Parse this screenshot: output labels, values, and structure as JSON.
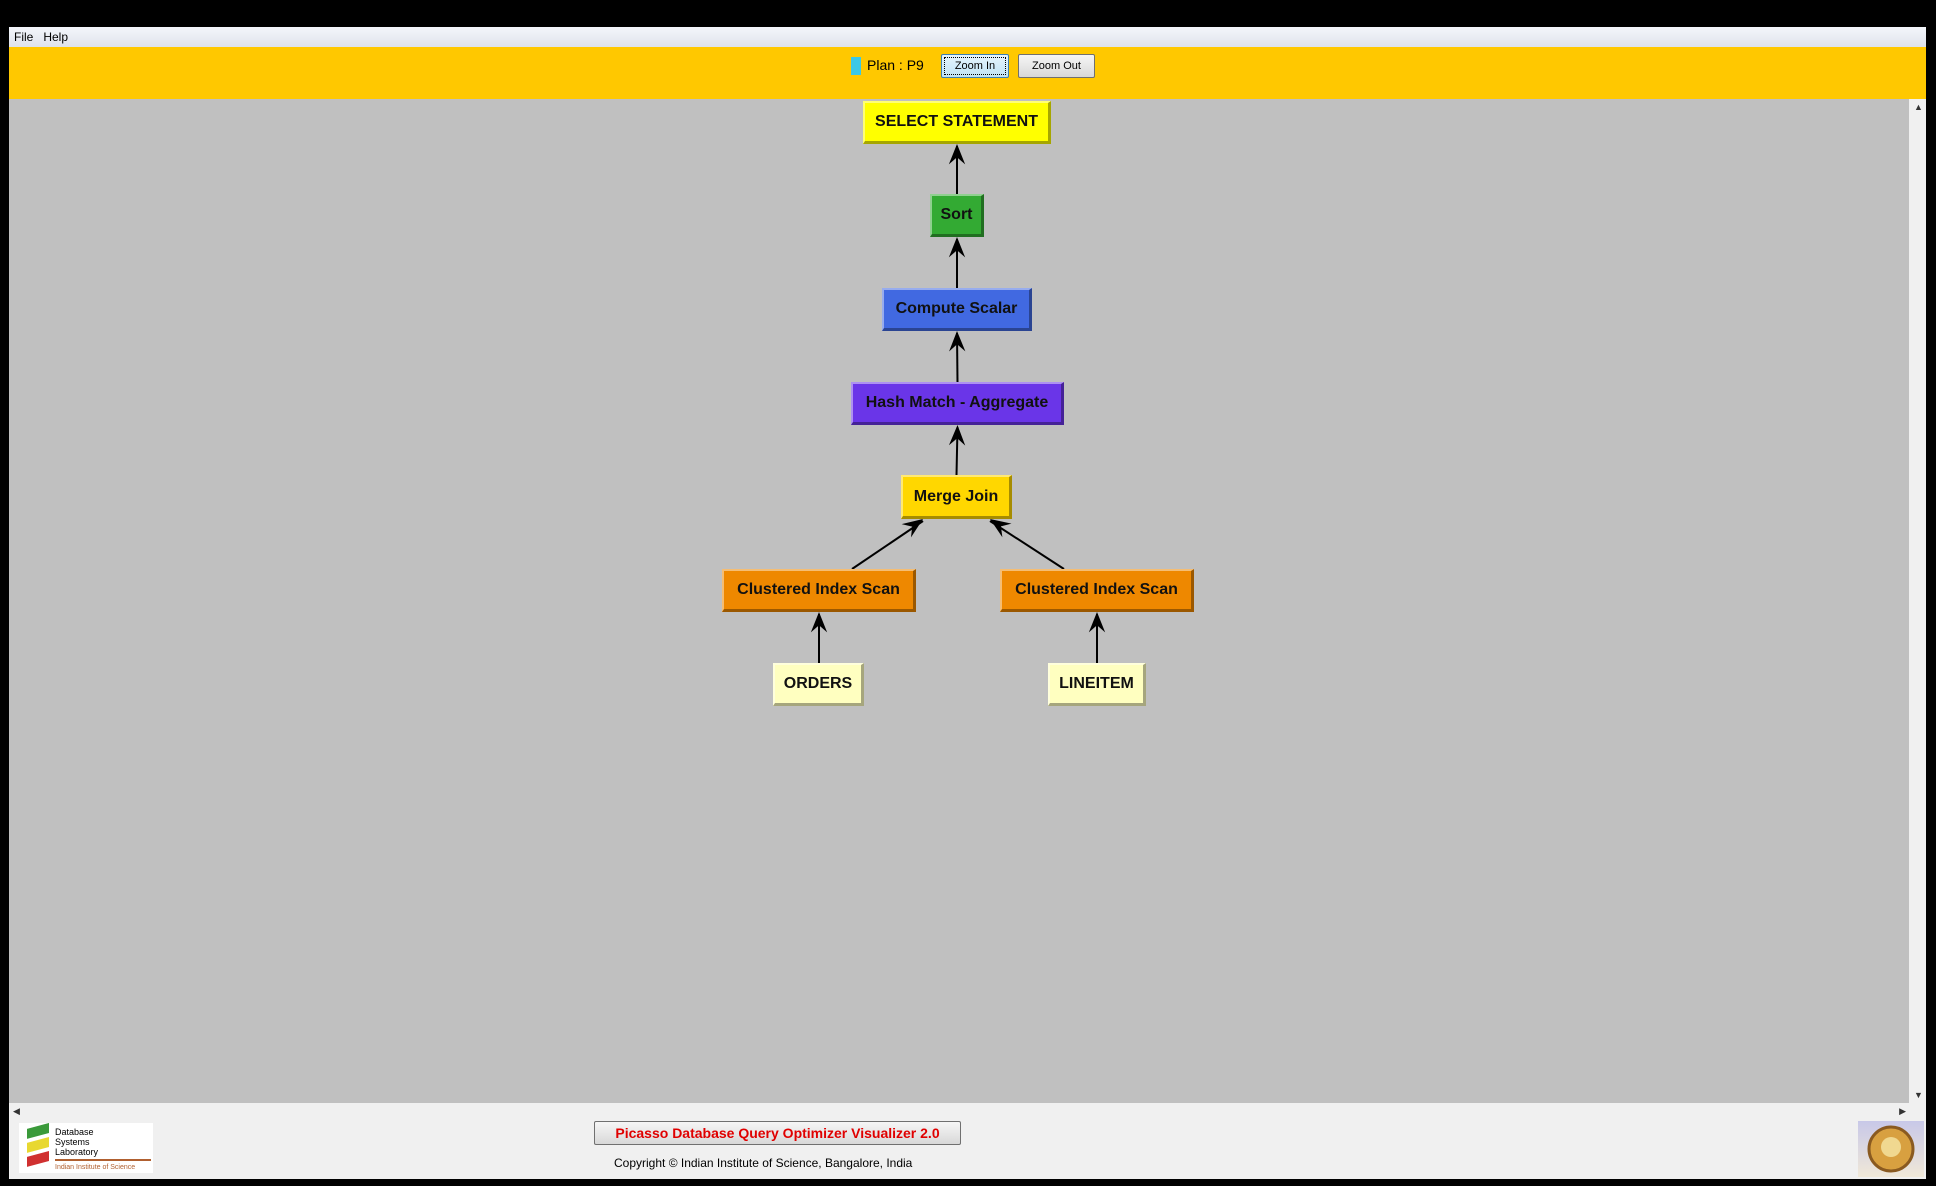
{
  "menu": {
    "items": [
      "File",
      "Help"
    ]
  },
  "toolbar": {
    "plan_label": "Plan : P9",
    "plan_color": "#3cc8e6",
    "zoom_in": "Zoom In",
    "zoom_out": "Zoom Out"
  },
  "plan": {
    "nodes": [
      {
        "id": "select",
        "label": "SELECT STATEMENT",
        "color": "#ffff00"
      },
      {
        "id": "sort",
        "label": "Sort",
        "color": "#33aa33"
      },
      {
        "id": "compute",
        "label": "Compute Scalar",
        "color": "#4169e1"
      },
      {
        "id": "hash",
        "label": "Hash Match - Aggregate",
        "color": "#6a35e8"
      },
      {
        "id": "merge",
        "label": "Merge Join",
        "color": "#ffd700"
      },
      {
        "id": "cis1",
        "label": "Clustered Index Scan",
        "color": "#ee8800"
      },
      {
        "id": "cis2",
        "label": "Clustered Index Scan",
        "color": "#ee8800"
      },
      {
        "id": "orders",
        "label": "ORDERS",
        "color": "#ffffc0"
      },
      {
        "id": "lineitem",
        "label": "LINEITEM",
        "color": "#ffffc0"
      }
    ],
    "edges": [
      [
        "sort",
        "select"
      ],
      [
        "compute",
        "sort"
      ],
      [
        "hash",
        "compute"
      ],
      [
        "merge",
        "hash"
      ],
      [
        "cis1",
        "merge"
      ],
      [
        "cis2",
        "merge"
      ],
      [
        "orders",
        "cis1"
      ],
      [
        "lineitem",
        "cis2"
      ]
    ]
  },
  "footer": {
    "title": "Picasso Database Query Optimizer Visualizer 2.0",
    "copyright": "Copyright © Indian Institute of Science, Bangalore, India",
    "logo_text": "Database Systems Laboratory Indian Institute of Science"
  }
}
